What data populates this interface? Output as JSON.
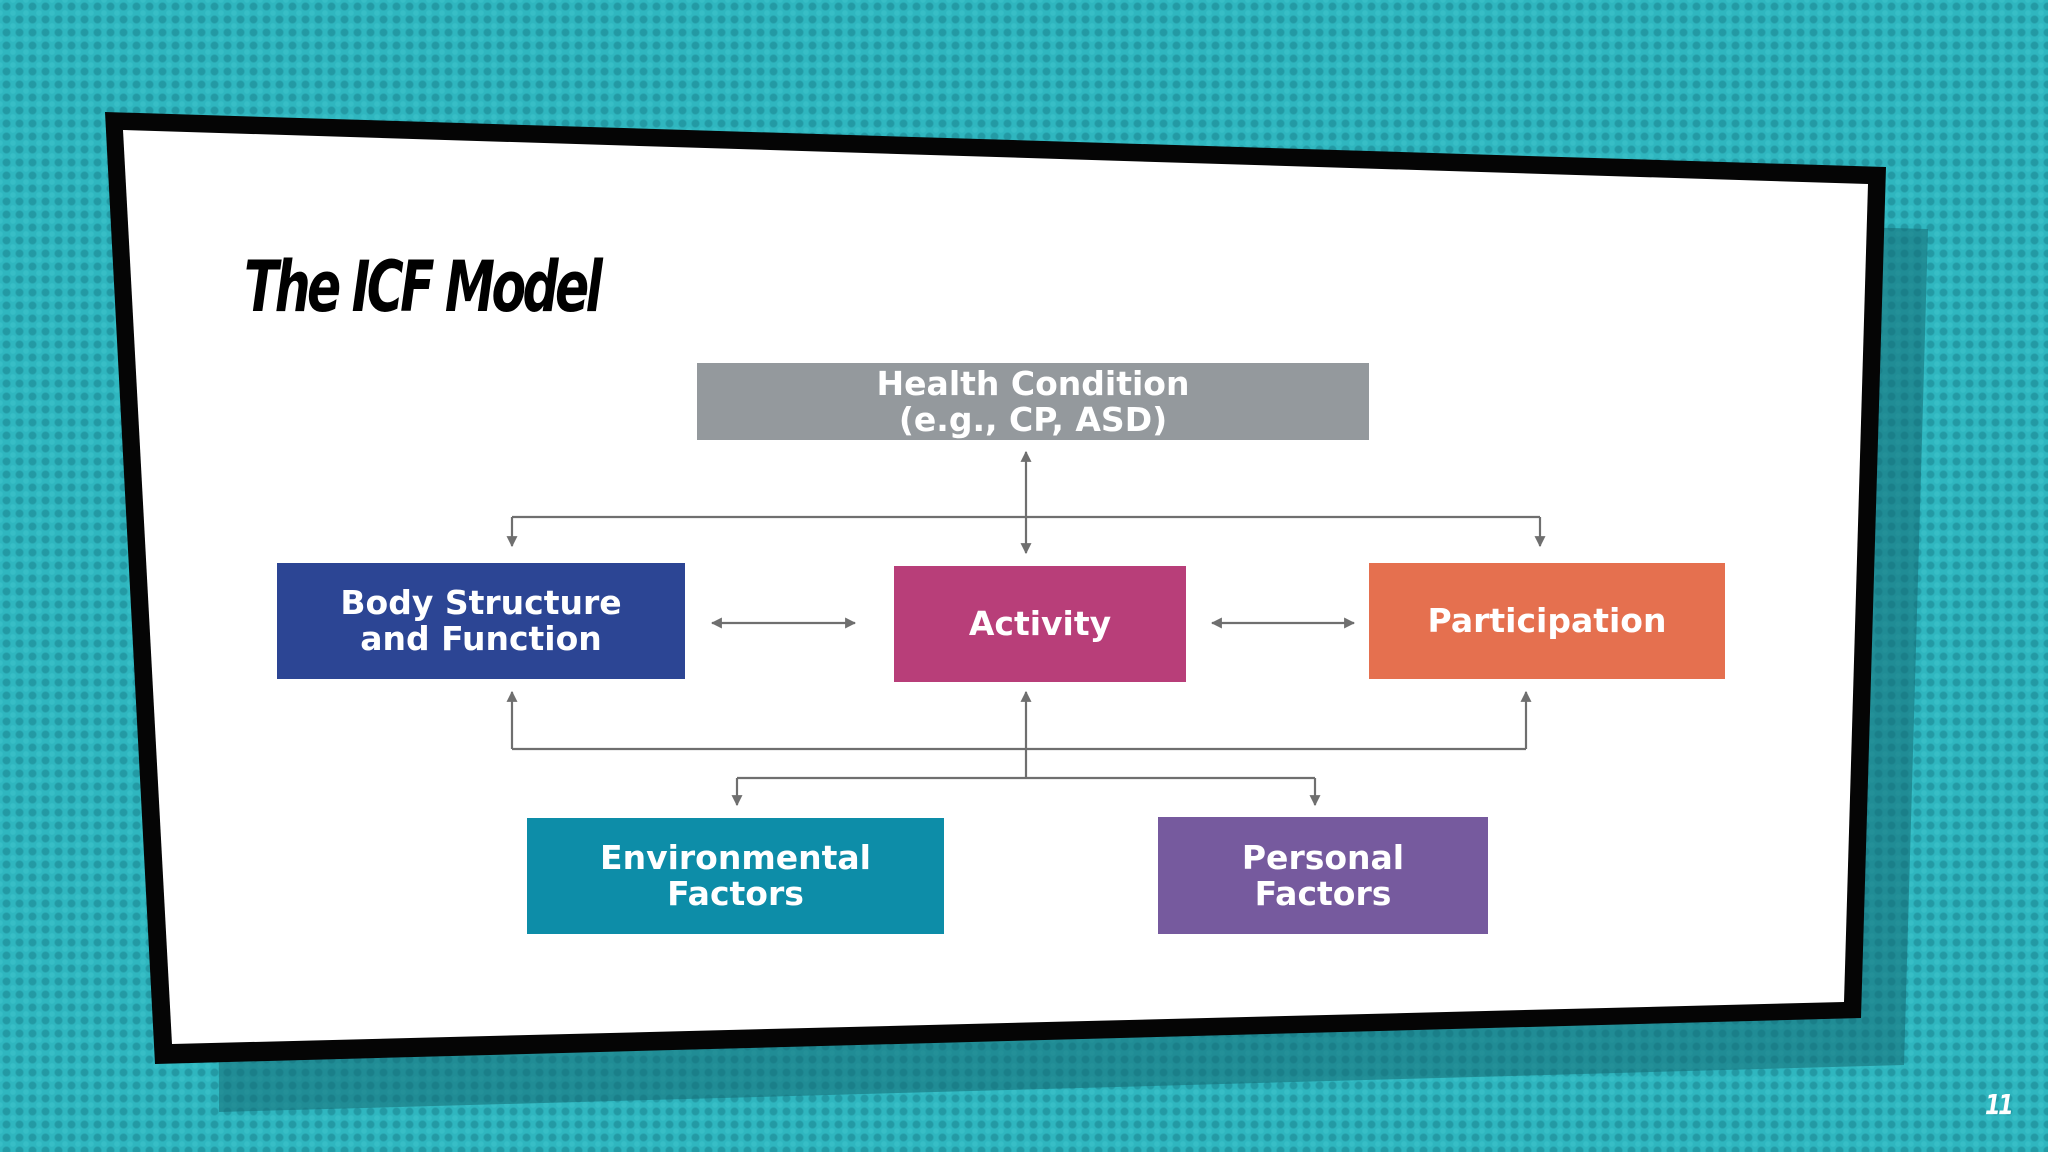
{
  "slide": {
    "title": "The ICF Model",
    "page_number": "11"
  },
  "diagram": {
    "nodes": {
      "health_condition": "Health Condition\n(e.g., CP, ASD)",
      "body_structure": "Body Structure\nand Function",
      "activity": "Activity",
      "participation": "Participation",
      "environmental_factors": "Environmental\nFactors",
      "personal_factors": "Personal\nFactors"
    },
    "colors": {
      "health_condition": "#94999d",
      "body_structure": "#2c4594",
      "activity": "#b83e79",
      "participation": "#e5704f",
      "environmental_factors": "#0d8da8",
      "personal_factors": "#765a9e",
      "connector": "#6f6f6f"
    },
    "edges": [
      {
        "from": "health_condition",
        "to": "activity",
        "direction": "both"
      },
      {
        "from": "health_condition",
        "to": "body_structure",
        "direction": "forward"
      },
      {
        "from": "health_condition",
        "to": "participation",
        "direction": "forward"
      },
      {
        "from": "body_structure",
        "to": "activity",
        "direction": "both"
      },
      {
        "from": "activity",
        "to": "participation",
        "direction": "both"
      },
      {
        "from": "environmental_factors",
        "to": "body_structure",
        "direction": "forward"
      },
      {
        "from": "environmental_factors",
        "to": "activity",
        "direction": "forward"
      },
      {
        "from": "environmental_factors",
        "to": "participation",
        "direction": "forward"
      },
      {
        "from": "personal_factors",
        "to": "body_structure",
        "direction": "forward"
      },
      {
        "from": "personal_factors",
        "to": "activity",
        "direction": "forward"
      },
      {
        "from": "personal_factors",
        "to": "participation",
        "direction": "forward"
      },
      {
        "from": "activity",
        "to": "environmental_factors",
        "direction": "forward"
      },
      {
        "from": "activity",
        "to": "personal_factors",
        "direction": "forward"
      }
    ]
  }
}
